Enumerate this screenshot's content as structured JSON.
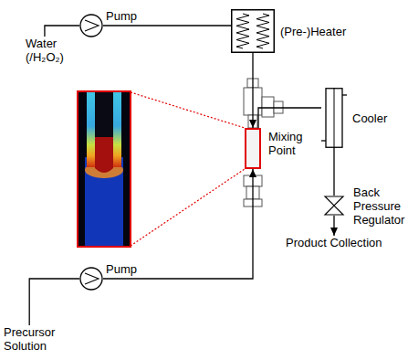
{
  "diagram": {
    "nodes": [
      {
        "text": [
          "Water (/H₂O₂)"
        ]
      },
      {
        "text": [
          "Pump"
        ]
      },
      {
        "text": [
          "(Pre-)Heater"
        ]
      },
      {
        "text": [
          "Mixing Point"
        ]
      },
      {
        "text": [
          "Cooler"
        ]
      },
      {
        "text": [
          "Back Pressure Regulator"
        ]
      },
      {
        "text": [
          "Product Collection"
        ]
      },
      {
        "text": [
          "Pump"
        ]
      },
      {
        "text": [
          "Precursor Solution"
        ]
      }
    ],
    "edges": [
      {
        "from": 0,
        "to": 1,
        "arrow": "none"
      },
      {
        "from": 1,
        "to": 2,
        "arrow": "none"
      },
      {
        "from": 2,
        "to": 3,
        "arrow": "to"
      },
      {
        "from": 3,
        "to": 4,
        "arrow": "none"
      },
      {
        "from": 4,
        "to": 5,
        "arrow": "none"
      },
      {
        "from": 5,
        "to": 6,
        "arrow": "to"
      },
      {
        "from": 8,
        "to": 7,
        "arrow": "none"
      },
      {
        "from": 7,
        "to": 3,
        "arrow": "to"
      }
    ]
  }
}
